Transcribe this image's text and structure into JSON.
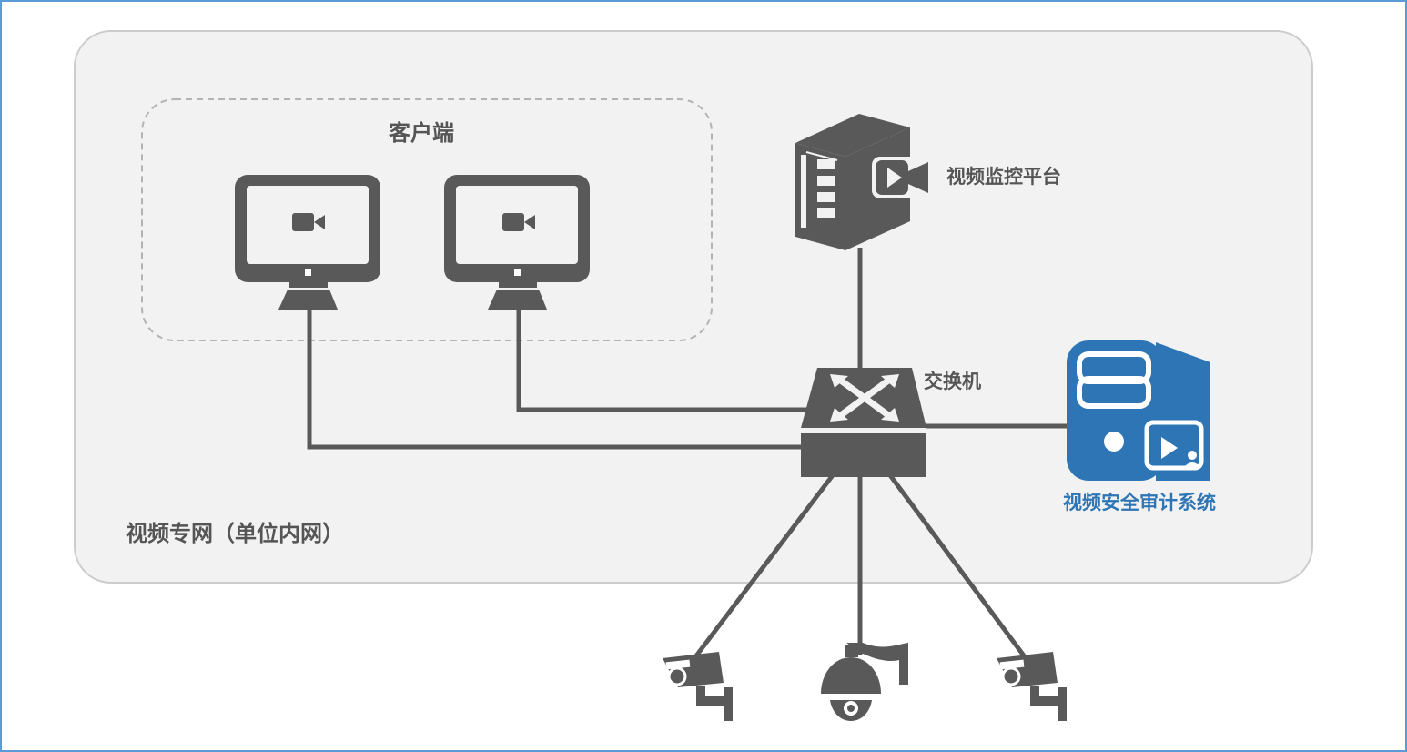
{
  "labels": {
    "client": "客户端",
    "platform": "视频监控平台",
    "switch": "交换机",
    "audit": "视频安全审计系统",
    "network": "视频专网（单位内网）"
  },
  "colors": {
    "device": "#595959",
    "line": "#595959",
    "accent": "#2e75b6",
    "zone_fill": "#f2f2f2",
    "zone_border": "#cccccc",
    "frame_border": "#5b9bd5",
    "dashed_border": "#b3b3b3"
  },
  "icons": {
    "client_monitor": "monitor-icon",
    "client_camera": "video-camera-icon",
    "platform_server": "server-icon",
    "switch": "network-switch-icon",
    "audit_server": "audit-server-icon",
    "bullet_camera": "bullet-camera-icon",
    "dome_camera": "dome-camera-icon"
  }
}
